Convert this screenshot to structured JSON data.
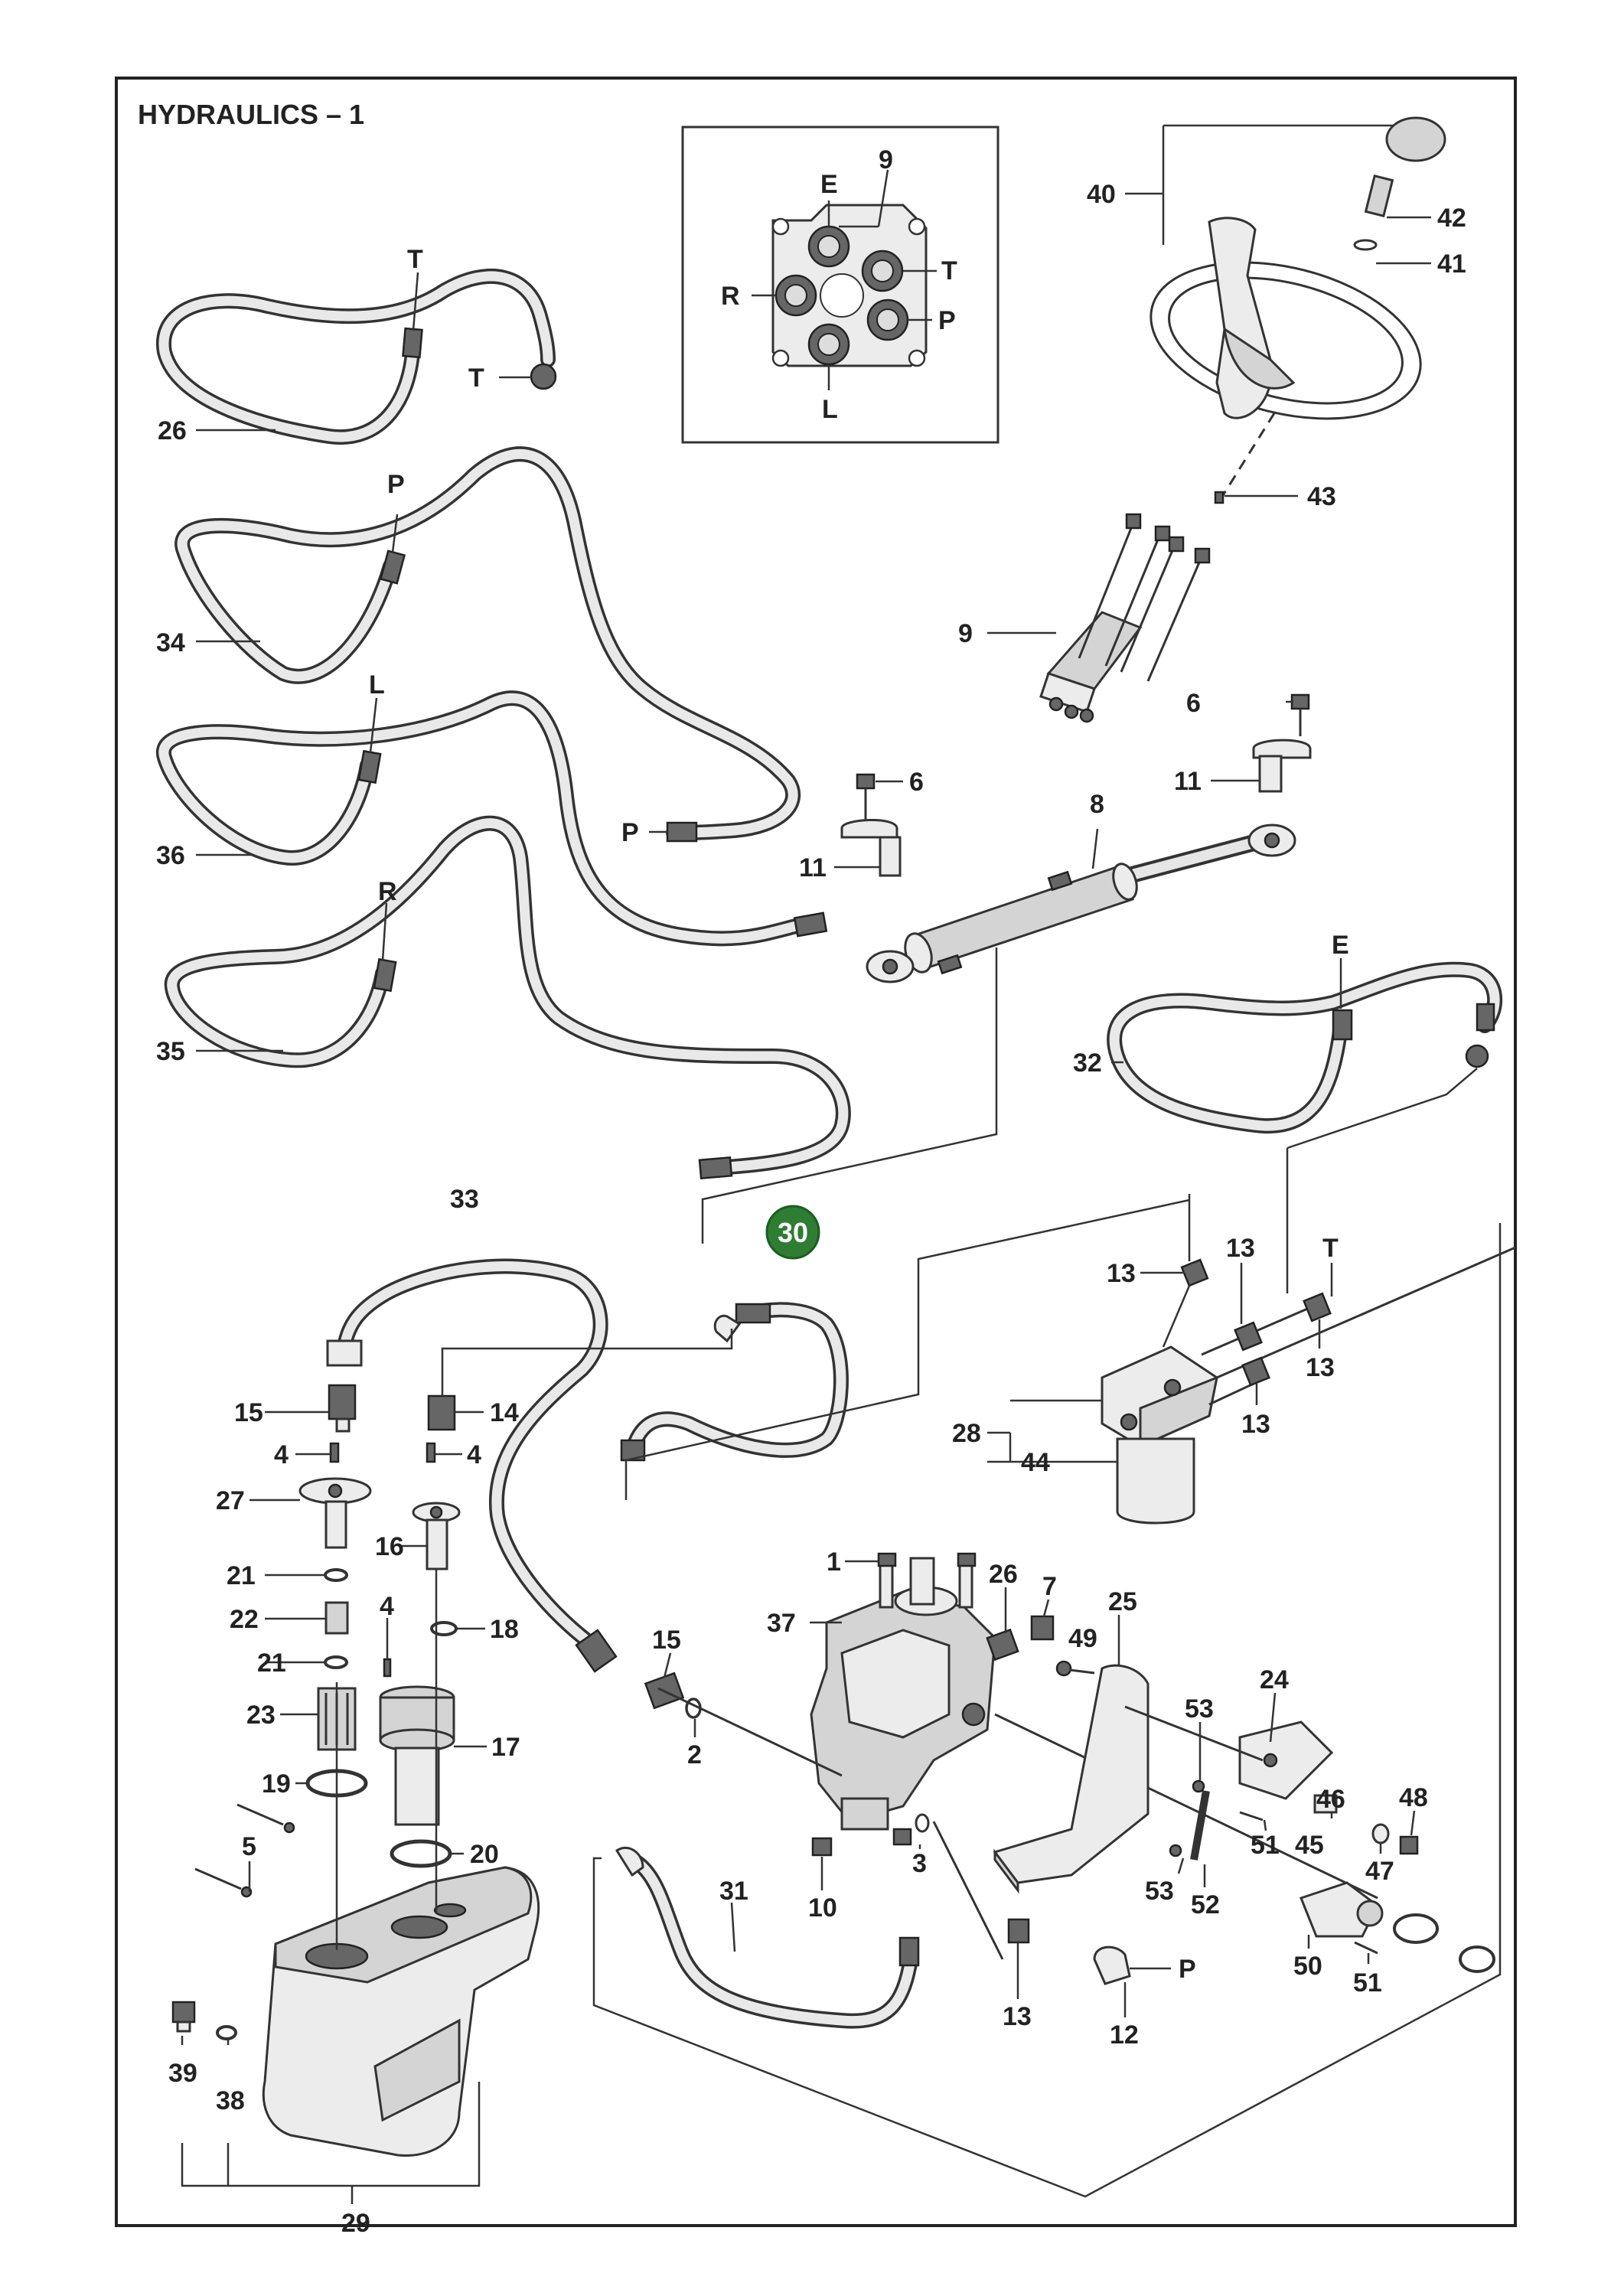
{
  "title": "HYDRAULICS – 1",
  "highlight": {
    "number": "30",
    "color": "#2e7d32"
  },
  "colors": {
    "frame": "#222222",
    "line": "#333333",
    "part_fill": "#d4d4d4"
  },
  "inset_labels": [
    "9",
    "E",
    "T",
    "R",
    "P",
    "L"
  ],
  "callouts": {
    "c_t1": "T",
    "c_t2": "T",
    "c_26": "26",
    "c_p1": "P",
    "c_34": "34",
    "c_l1": "L",
    "c_36": "36",
    "c_p2": "P",
    "c_r1": "R",
    "c_35": "35",
    "c_40": "40",
    "c_42": "42",
    "c_41": "41",
    "c_43": "43",
    "c_9": "9",
    "c_6a": "6",
    "c_11a": "11",
    "c_6b": "6",
    "c_11b": "11",
    "c_8": "8",
    "c_e1": "E",
    "c_32": "32",
    "c_33": "33",
    "c_13a": "13",
    "c_13b": "13",
    "c_t3": "T",
    "c_13c": "13",
    "c_13d": "13",
    "c_28": "28",
    "c_44": "44",
    "c_15a": "15",
    "c_14": "14",
    "c_4a": "4",
    "c_4b": "4",
    "c_27": "27",
    "c_16": "16",
    "c_21a": "21",
    "c_22": "22",
    "c_18": "18",
    "c_21b": "21",
    "c_4c": "4",
    "c_23": "23",
    "c_17": "17",
    "c_19": "19",
    "c_20": "20",
    "c_5": "5",
    "c_39": "39",
    "c_38": "38",
    "c_29": "29",
    "c_1": "1",
    "c_37": "37",
    "c_26b": "26",
    "c_7": "7",
    "c_49": "49",
    "c_25": "25",
    "c_15b": "15",
    "c_2": "2",
    "c_24": "24",
    "c_53a": "53",
    "c_46": "46",
    "c_48": "48",
    "c_45": "45",
    "c_47": "47",
    "c_51a": "51",
    "c_3": "3",
    "c_10": "10",
    "c_53b": "53",
    "c_52": "52",
    "c_50": "50",
    "c_51b": "51",
    "c_31": "31",
    "c_13e": "13",
    "c_12": "12",
    "c_p3": "P"
  }
}
